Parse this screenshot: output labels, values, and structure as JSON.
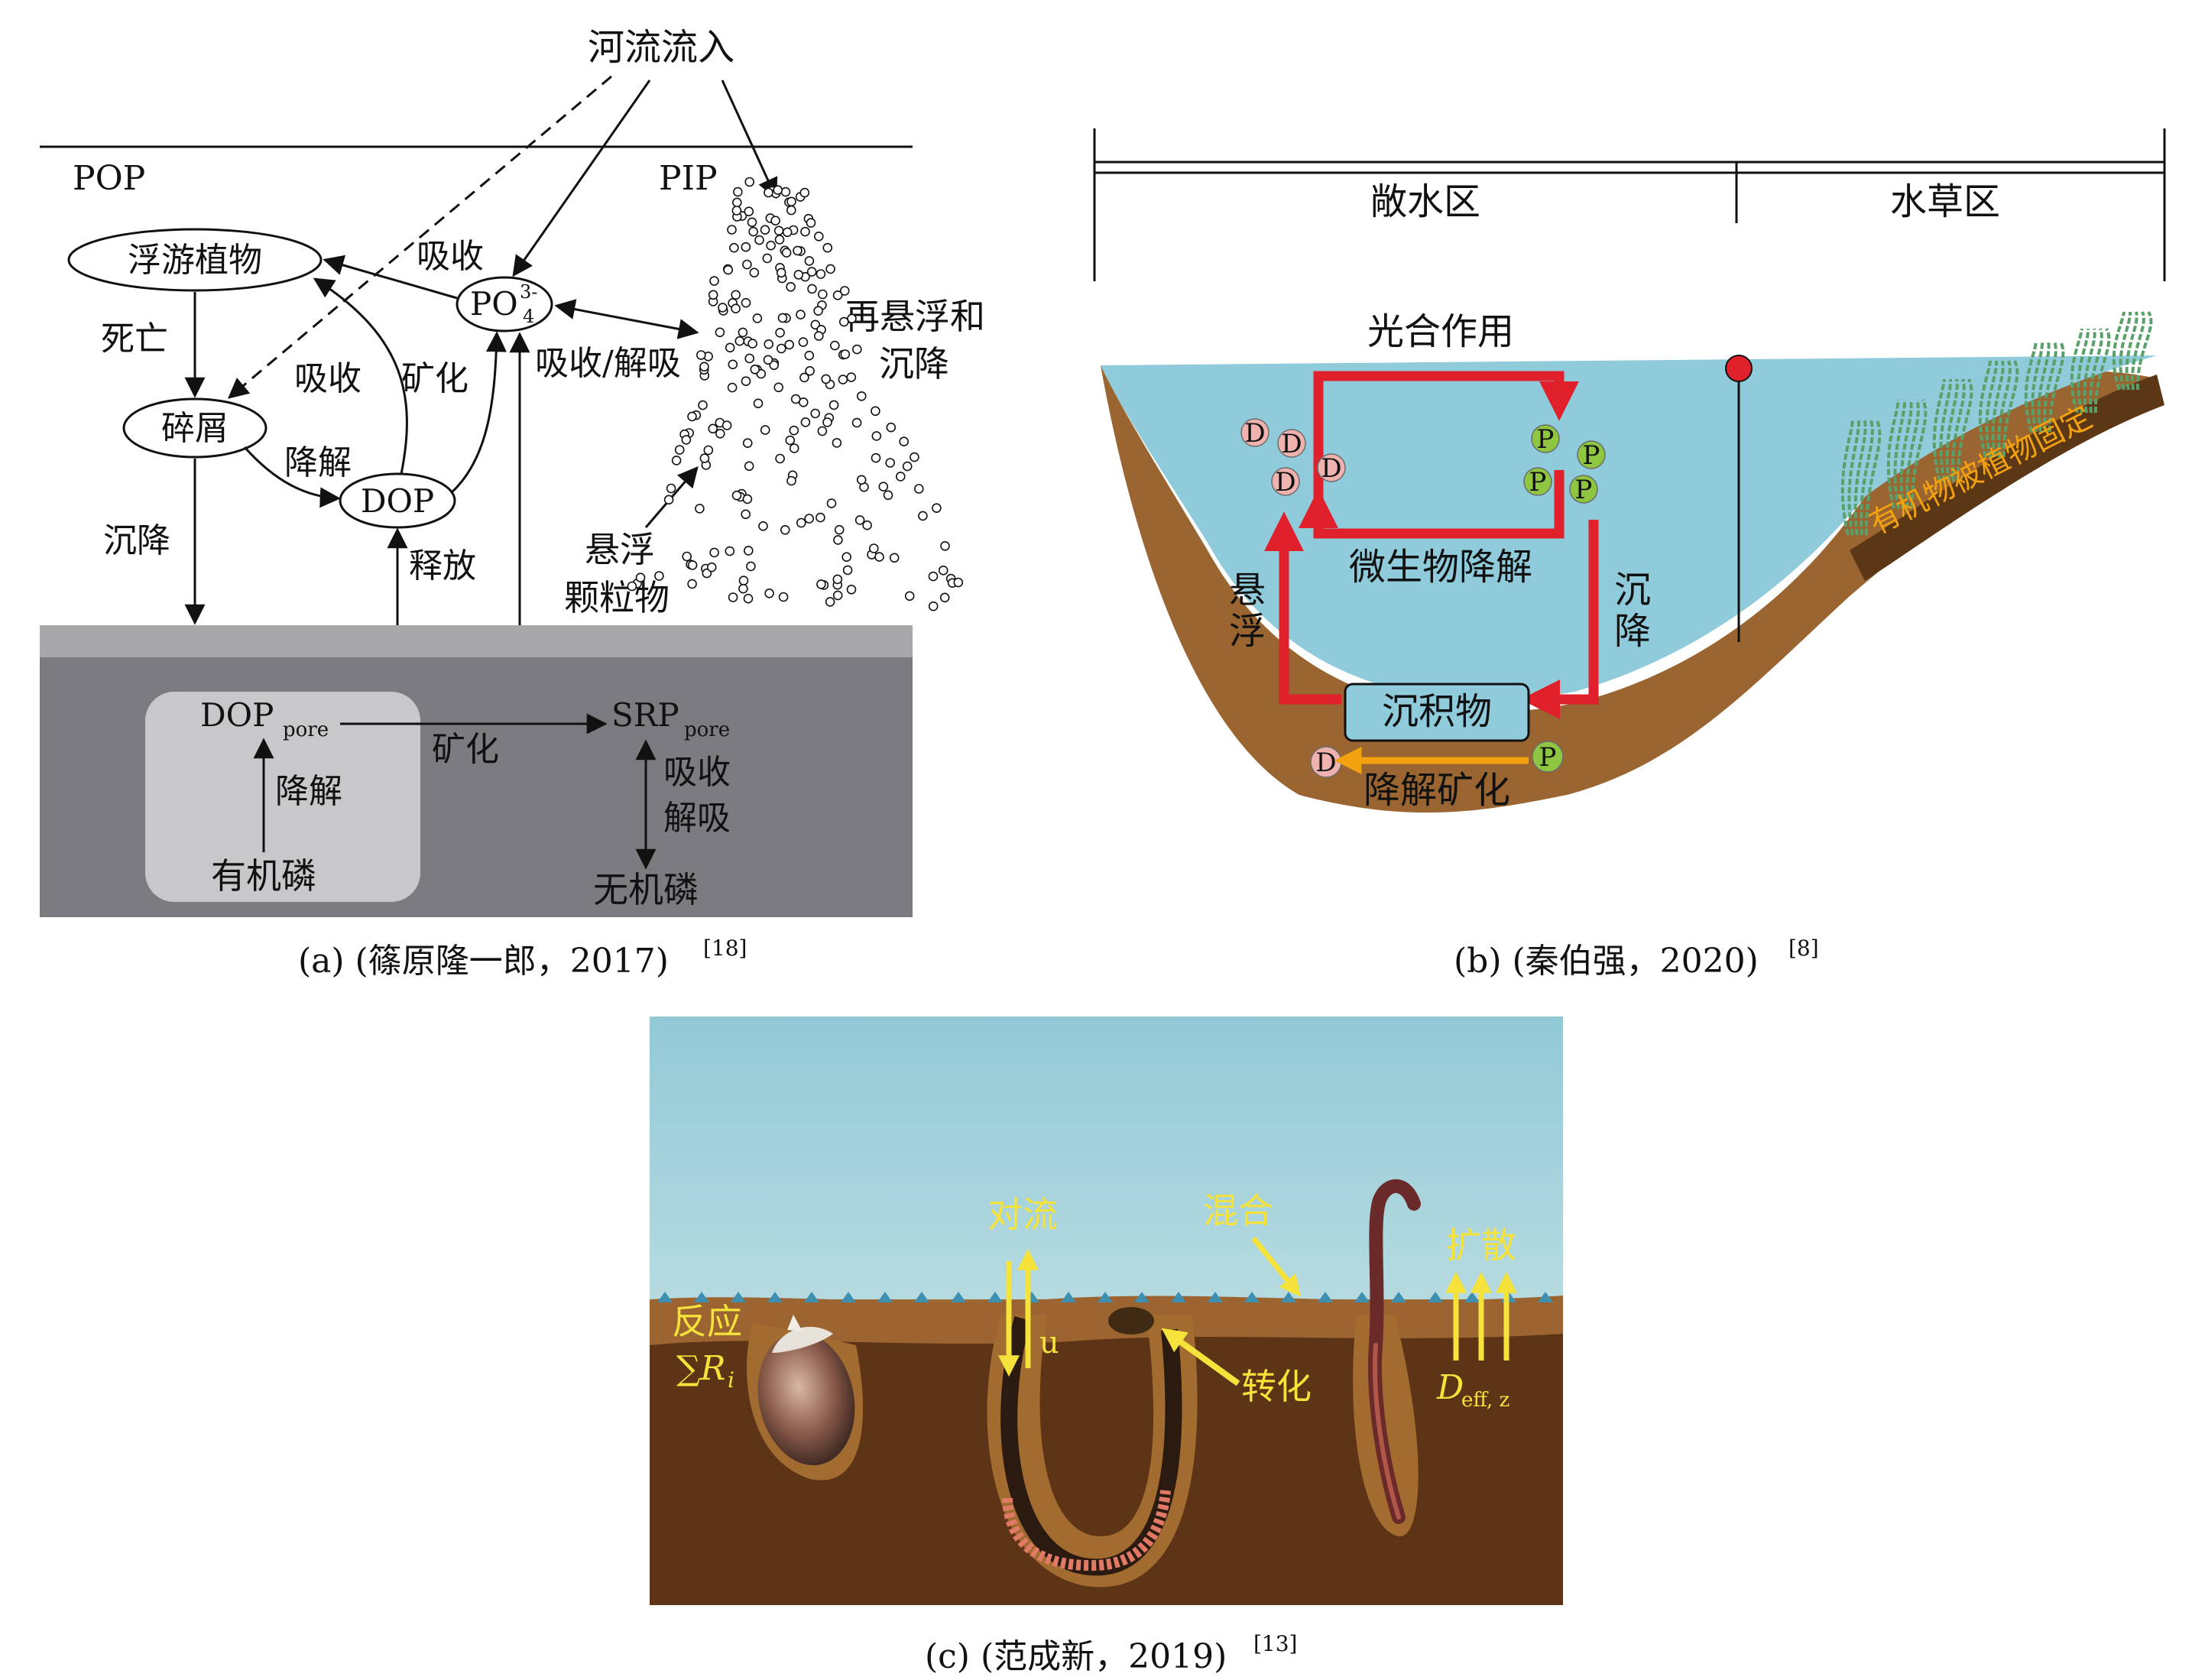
{
  "panel_a": {
    "river_inflow": "河流流入",
    "pop": "POP",
    "pip": "PIP",
    "phytoplankton": "浮游植物",
    "absorb_top": "吸收",
    "po4_base": "PO",
    "po4_sup": "3-",
    "po4_sub": "4",
    "resuspension_line1": "再悬浮和",
    "resuspension_line2": "沉降",
    "death": "死亡",
    "detritus": "碎屑",
    "absorb_left": "吸收",
    "mineralize": "矿化",
    "absorb_desorb": "吸收/解吸",
    "degrade": "降解",
    "dop": "DOP",
    "settle": "沉降",
    "release": "释放",
    "suspended_line1": "悬浮",
    "suspended_line2": "颗粒物",
    "dop_pore_base": "DOP",
    "dop_pore_sub": "pore",
    "srp_pore_base": "SRP",
    "srp_pore_sub": "pore",
    "mineralize_pore": "矿化",
    "degrade_pore": "降解",
    "absorb_pore": "吸收",
    "desorb_pore": "解吸",
    "organic_p": "有机磷",
    "inorganic_p": "无机磷",
    "caption": "(a) (篠原隆一郎，2017)",
    "caption_ref": "[18]"
  },
  "panel_b": {
    "open_water": "敞水区",
    "grass_zone": "水草区",
    "photosynthesis": "光合作用",
    "microbial_degradation": "微生物降解",
    "suspend_1": "悬",
    "suspend_2": "浮",
    "settle_1": "沉",
    "settle_2": "降",
    "sediment": "沉积物",
    "degrade_mineralize": "降解矿化",
    "plant_fix": "有机物被植物固定",
    "d_label": "D",
    "p_label": "P",
    "caption": "(b) (秦伯强，2020)",
    "caption_ref": "[8]"
  },
  "panel_c": {
    "reaction": "反应",
    "sum_r": "∑R",
    "sum_r_sub": "i",
    "convection": "对流",
    "u_label": "u",
    "mixing": "混合",
    "transform": "转化",
    "diffusion": "扩散",
    "d_eff": "D",
    "d_eff_sub": "eff, z",
    "caption": "(c) (范成新，2019)",
    "caption_ref": "[13]"
  },
  "colors": {
    "water_light": "#9fd0dd",
    "water_b": "#8fcbdb",
    "sediment_gray": "#7c7b7f",
    "sediment_band": "#a8a8aa",
    "pore_box": "#c8c7ca",
    "mud_brown": "#8a5a2b",
    "dark_soil": "#5e3417",
    "red_arrow": "#e0202a",
    "orange_arrow": "#f2a10f",
    "yellow_label": "#f5e23a",
    "d_circle": "#efb2ae",
    "p_circle": "#8ec641"
  }
}
